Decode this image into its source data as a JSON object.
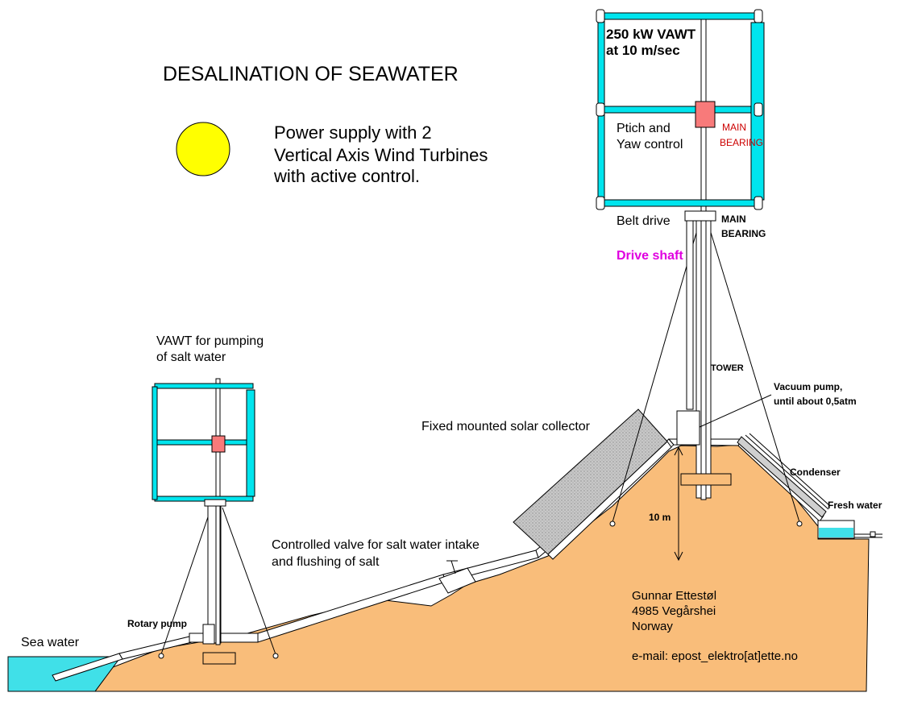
{
  "title": "DESALINATION OF SEAWATER",
  "power_supply": {
    "lines": [
      "Power supply with 2",
      "Vertical Axis Wind Turbines",
      "with active control."
    ]
  },
  "big_turbine": {
    "rating_lines": [
      "250 kW  VAWT",
      "at 10 m/sec"
    ],
    "pitch_lines": [
      "Ptich and",
      "Yaw control"
    ],
    "upper_bearing_lines": [
      "MAIN",
      "BEARING"
    ],
    "belt_drive": "Belt drive",
    "lower_bearing_lines": [
      "MAIN",
      "BEARING"
    ],
    "drive_shaft": "Drive shaft",
    "tower": "TOWER"
  },
  "small_turbine": {
    "label_lines": [
      "VAWT for pumping",
      "of salt water"
    ]
  },
  "vacuum_pump_lines": [
    "Vacuum pump,",
    "until about 0,5atm"
  ],
  "solar_collector": "Fixed mounted solar collector",
  "condenser": "Condenser",
  "fresh_water": "Fresh water",
  "height": "10 m",
  "valve_lines": [
    "Controlled valve for salt water intake",
    "and flushing of salt"
  ],
  "rotary_pump": "Rotary  pump",
  "sea_water": "Sea water",
  "author": {
    "name": "Gunnar Ettestøl",
    "address": "4985 Vegårshei",
    "country": "Norway",
    "email": "e-mail:  epost_elektro[at]ette.no"
  },
  "colors": {
    "ground": "#f9bd7a",
    "sea": "#40e0e8",
    "blade": "#00e5ee",
    "sun": "#ffff00",
    "hub": "#f87a7a",
    "collector": "#c4c4c4"
  }
}
